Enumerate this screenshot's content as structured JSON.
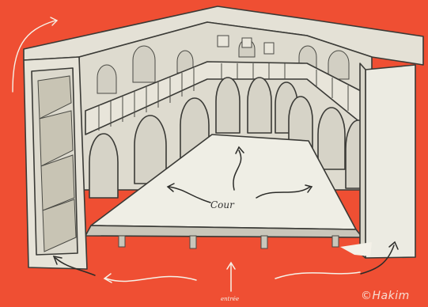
{
  "diagram": {
    "labels": {
      "court": "Cour",
      "entrance": "entrée",
      "credit": "©Hakim"
    },
    "colors": {
      "background": "#ef4f33",
      "paper": "#eeebe0",
      "wall": "#dedbcf",
      "floor": "#efeee5",
      "ink": "#3a3a36",
      "arrow_light": "#f6f2e8",
      "arrow_dark": "#2b2b28"
    },
    "icons": [
      "curved-arrow-icon",
      "staircase-icon"
    ]
  }
}
